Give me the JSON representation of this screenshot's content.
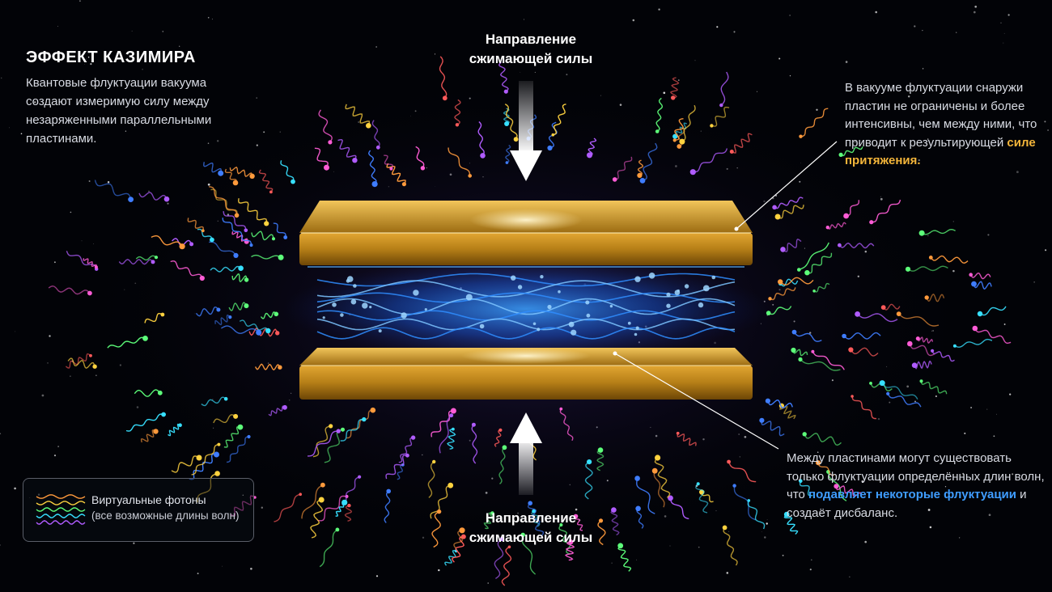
{
  "title": "ЭФФЕКТ КАЗИМИРА",
  "intro": "Квантовые флуктуации вакуума создают измеримую силу между незаряженными параллельными пластинами.",
  "force_label_top": {
    "line1": "Направление",
    "line2": "сжимающей силы"
  },
  "force_label_bottom": {
    "line1": "Направление",
    "line2": "сжимающей силы"
  },
  "annotation_outside": {
    "text": "В вакууме флуктуации снаружи пластин не ограничены и более интенсивны, чем между ними, что приводит к результирующей ",
    "highlight": "силе притяжения."
  },
  "annotation_between": {
    "text_before": "Между пластинами могут существовать только флуктуации определённых длин волн, что ",
    "highlight": "подавляет некоторые флуктуации",
    "text_after": " и создаёт дисбаланс."
  },
  "legend": {
    "label": "Виртуальные фотоны",
    "sublabel": "(все возможные длины волн)"
  },
  "colors": {
    "background": "#020307",
    "plate_gold": "#c9961f",
    "plate_highlight": "#ffe7a0",
    "inner_field_blue": "#2f8dff",
    "highlight_gold": "#f3b53a",
    "highlight_blue": "#3f9dff",
    "photon_palette": [
      "#ff5a5a",
      "#ff9a3c",
      "#ffd23f",
      "#5dff7a",
      "#37e0ff",
      "#3f7dff",
      "#b05cff",
      "#ff5cd6"
    ]
  },
  "icons": [
    "arrow-down-icon",
    "arrow-up-icon",
    "photon-wave-icon"
  ]
}
